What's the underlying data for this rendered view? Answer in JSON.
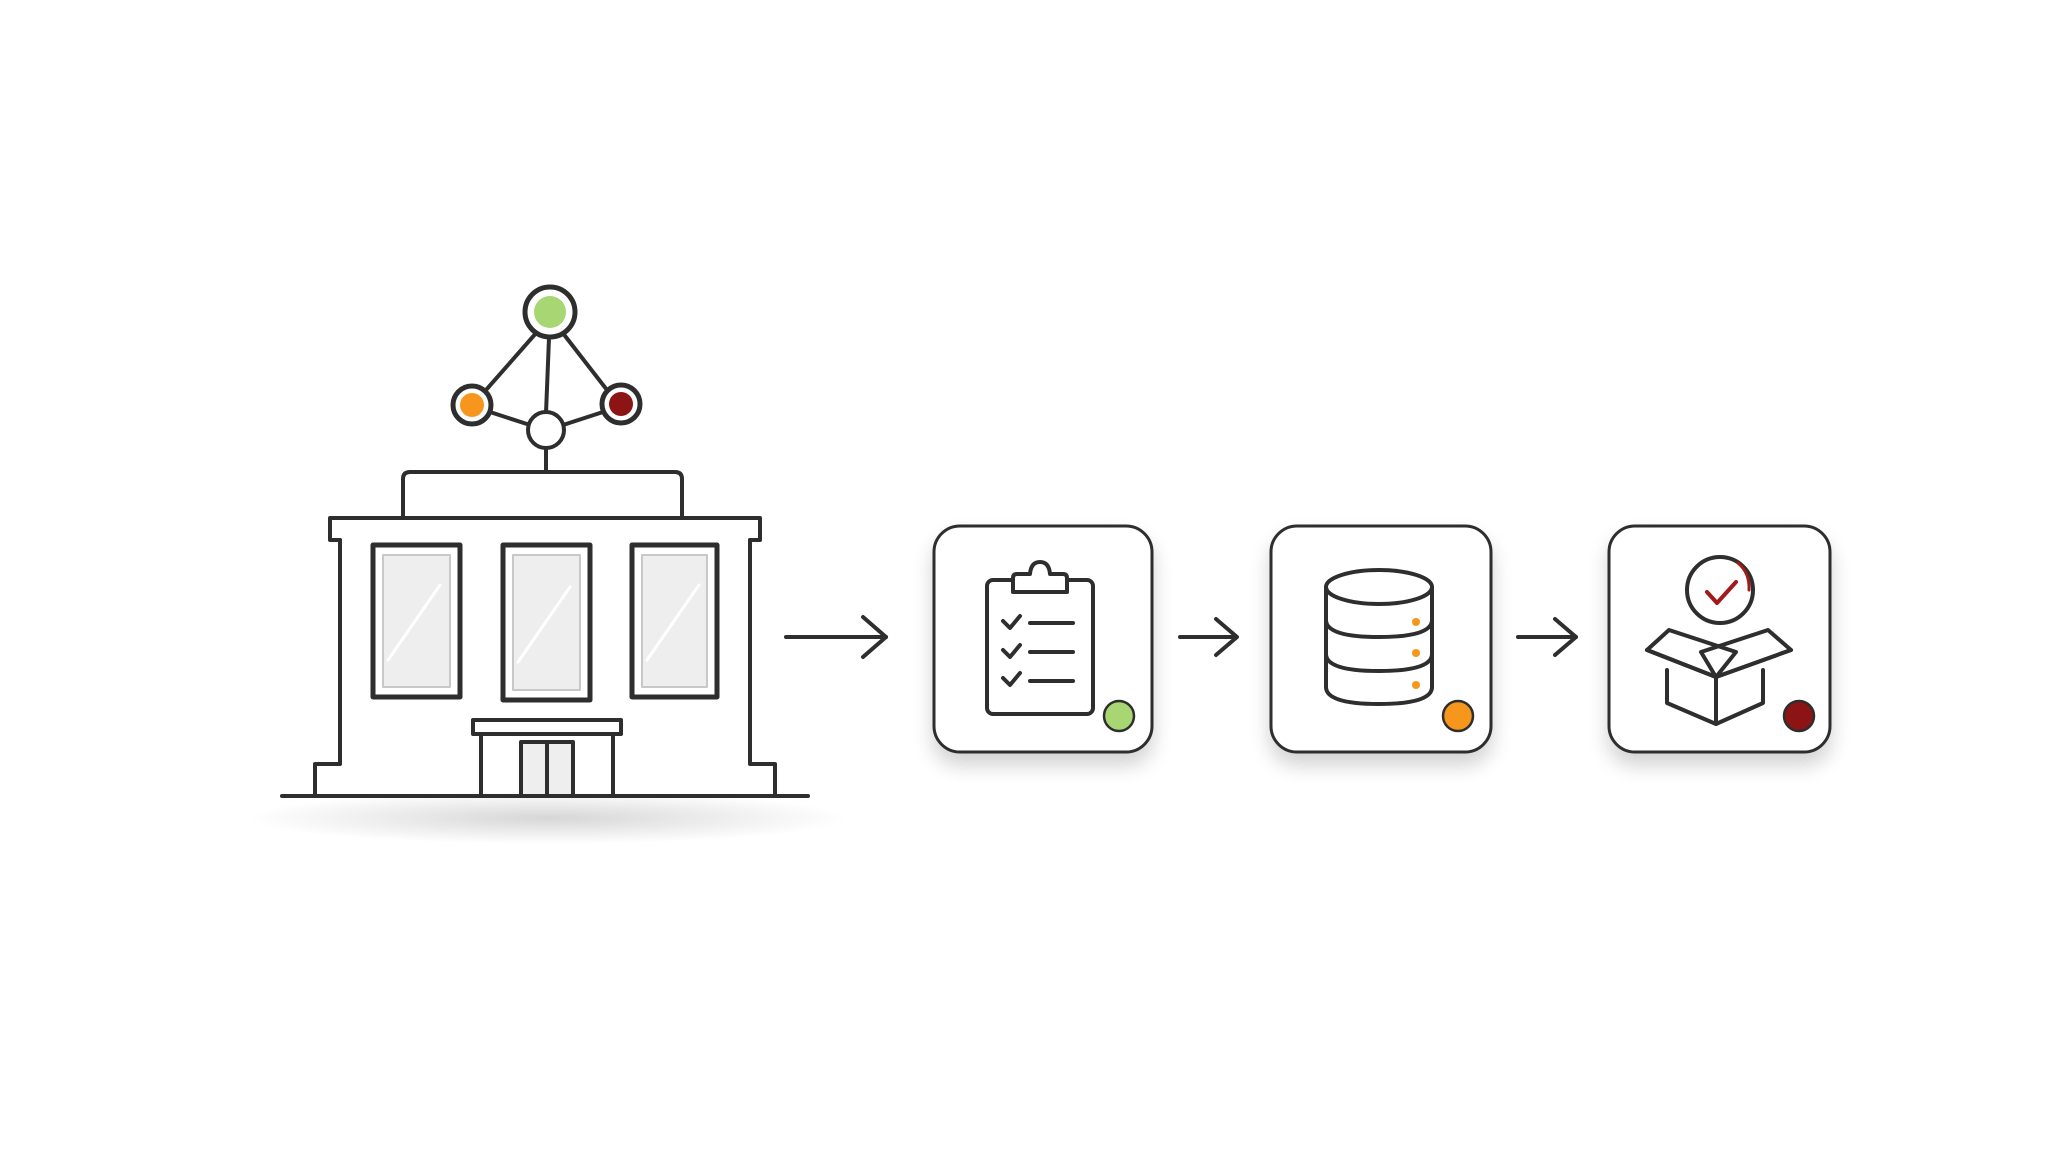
{
  "colors": {
    "background": "#ffffff",
    "stroke": "#2e2e2e",
    "window_fill": "#eeeeee",
    "status_green": "#a8d672",
    "status_orange": "#f7961d",
    "status_red": "#8c1414",
    "check_red": "#a01a1a"
  },
  "diagram": {
    "building": {
      "icon": "building-icon",
      "network_icon": "network-hub-icon",
      "nodes": [
        {
          "name": "top-node",
          "color": "status_green"
        },
        {
          "name": "left-node",
          "color": "status_orange"
        },
        {
          "name": "right-node",
          "color": "status_red"
        },
        {
          "name": "hub-node",
          "color": "background"
        }
      ]
    },
    "steps": [
      {
        "id": "checklist",
        "icon": "clipboard-checklist-icon",
        "status": "status_green"
      },
      {
        "id": "database",
        "icon": "database-icon",
        "status": "status_orange"
      },
      {
        "id": "delivery",
        "icon": "open-box-check-icon",
        "status": "status_red"
      }
    ],
    "connectors": [
      {
        "icon": "arrow-right-icon"
      },
      {
        "icon": "arrow-right-icon"
      },
      {
        "icon": "arrow-right-icon"
      }
    ]
  }
}
